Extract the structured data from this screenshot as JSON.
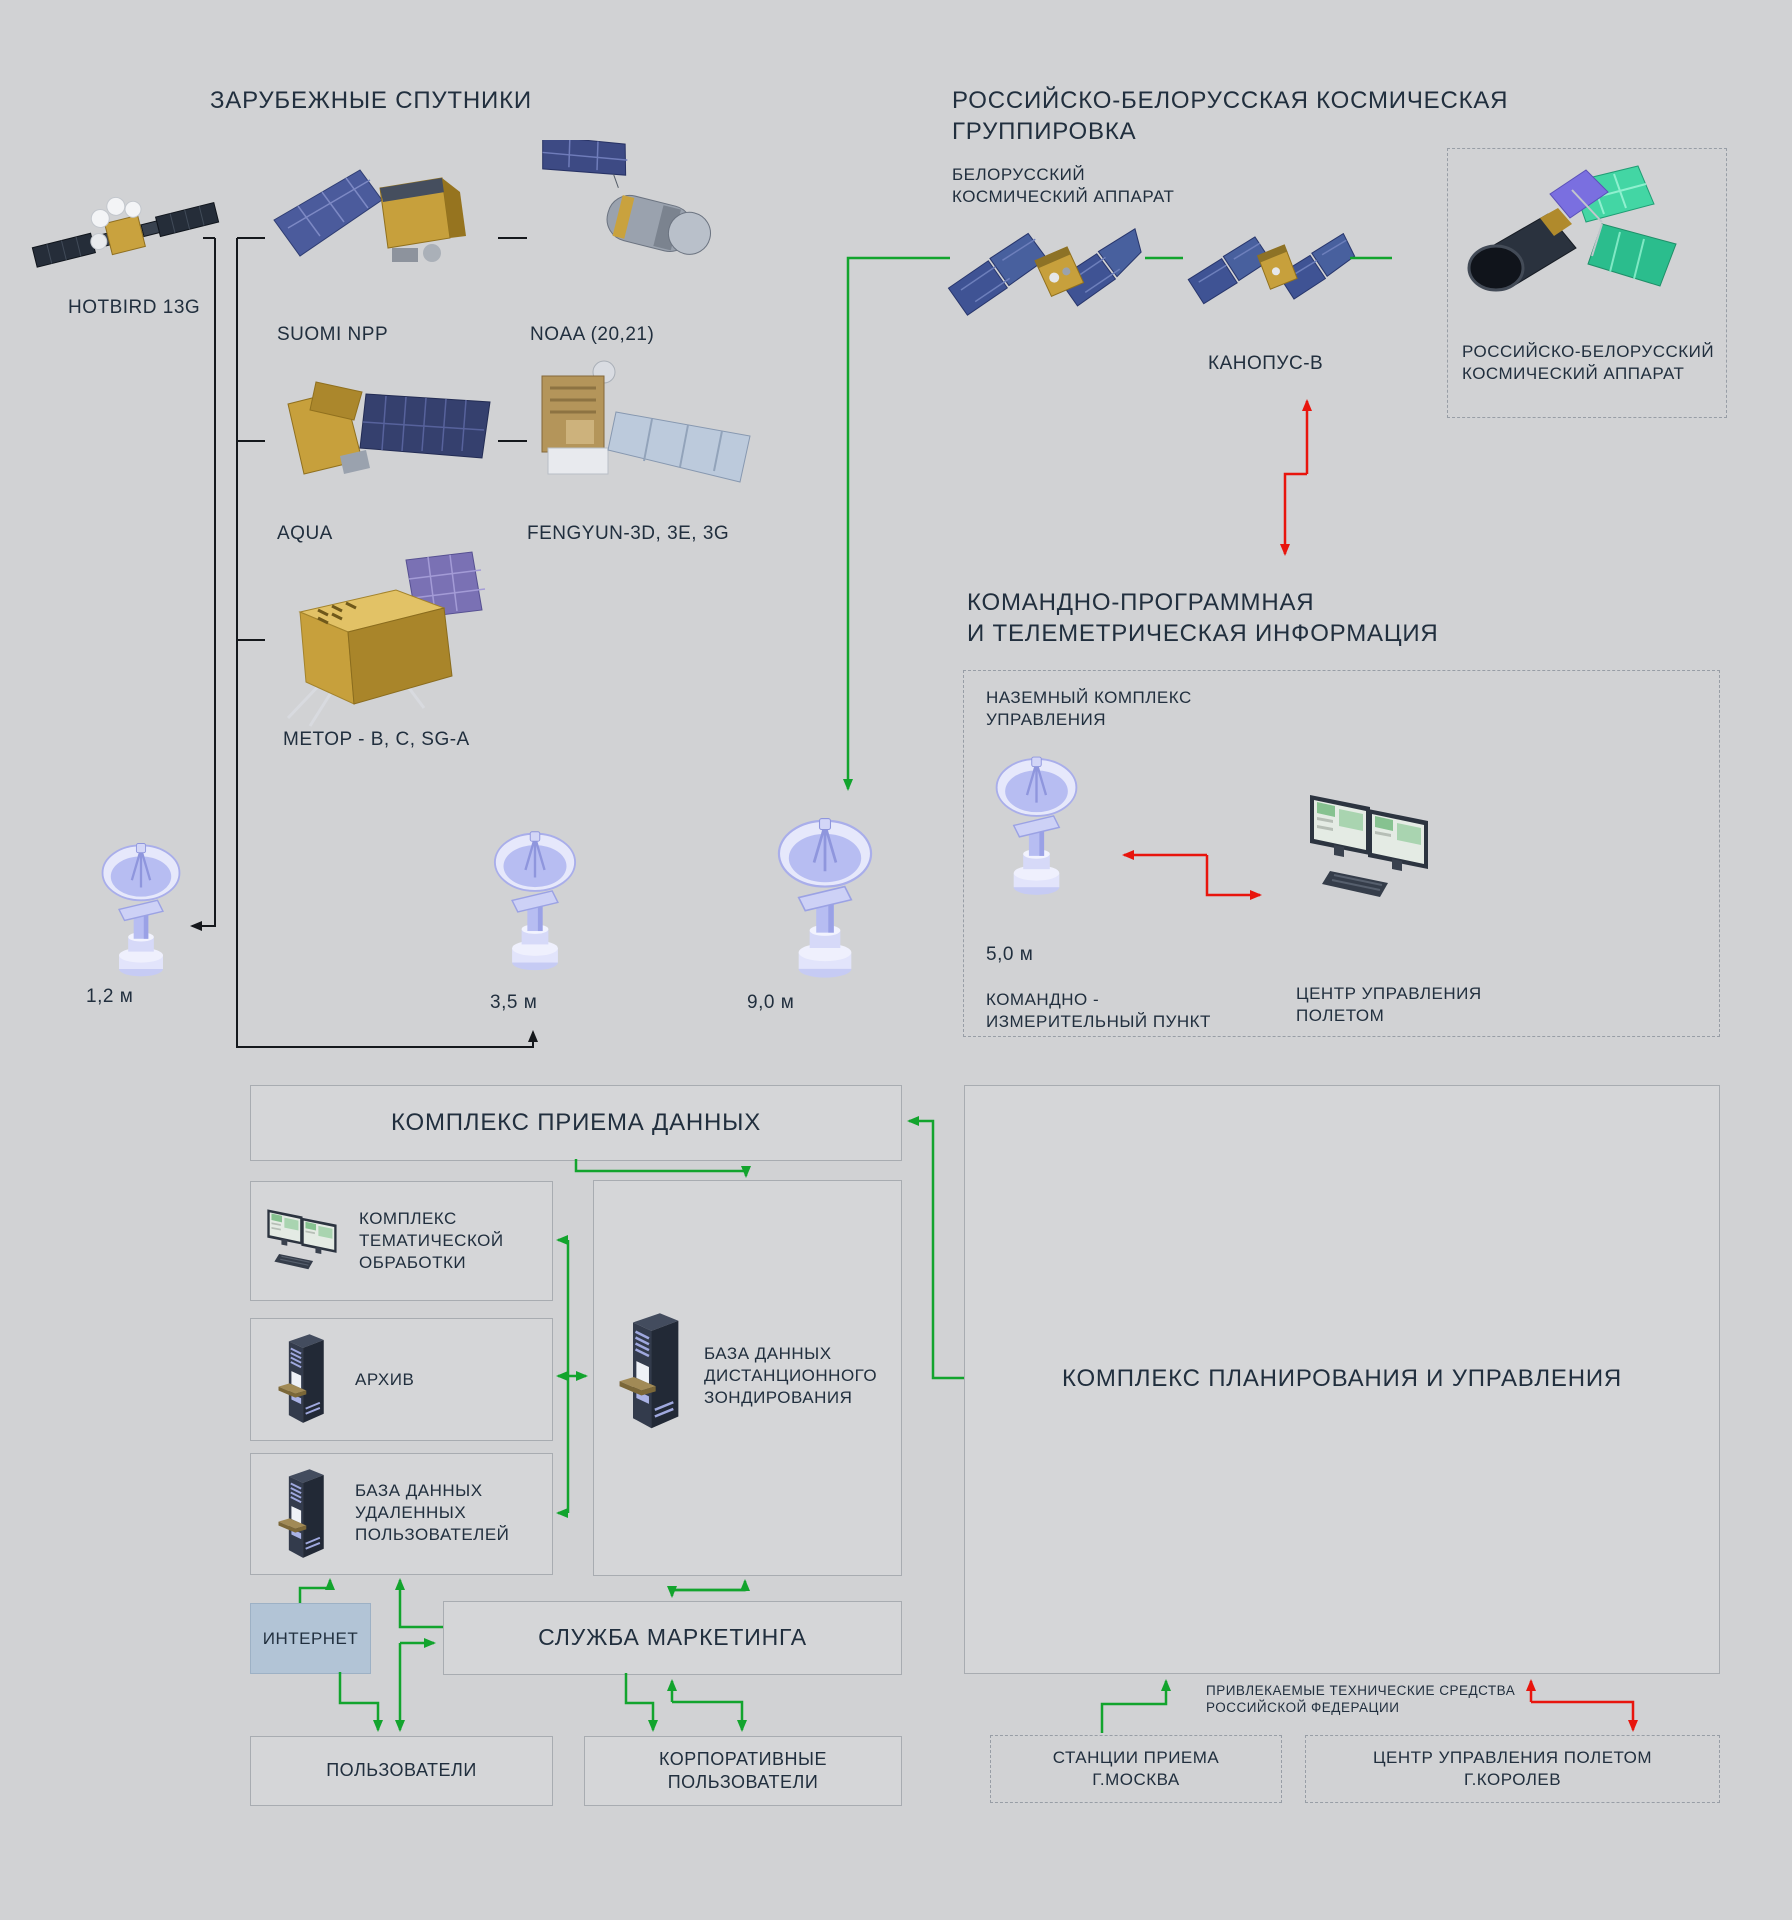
{
  "colors": {
    "background": "#d1d2d4",
    "green_arrow": "#12a42d",
    "red_arrow": "#e8150d",
    "black_line": "#15181c",
    "text": "#212f3e",
    "internet_fill": "#b2c4d6"
  },
  "headings": {
    "foreign_sats": "ЗАРУБЕЖНЫЕ СПУТНИКИ",
    "rb_constellation": "РОССИЙСКО-БЕЛОРУССКАЯ КОСМИЧЕСКАЯ\nГРУППИРОВКА",
    "cmd_telemetry": "КОМАНДНО-ПРОГРАММНАЯ\nИ ТЕЛЕМЕТРИЧЕСКАЯ ИНФОРМАЦИЯ"
  },
  "satellites": {
    "hotbird": "HOTBIRD 13G",
    "suomi": "SUOMI NPP",
    "noaa": "NOAA (20,21)",
    "aqua": "AQUA",
    "fengyun": "FENGYUN-3D, 3E, 3G",
    "metop": "METOP - B, C, SG-A",
    "belarus": "БЕЛОРУССКИЙ\nКОСМИЧЕСКИЙ АППАРАТ",
    "kanopus": "КАНОПУС-В",
    "rb_sat": "РОССИЙСКО-БЕЛОРУССКИЙ\nКОСМИЧЕСКИЙ АППАРАТ"
  },
  "antennas": {
    "d12": "1,2 м",
    "d35": "3,5 м",
    "d90": "9,0 м",
    "d50": "5,0 м"
  },
  "ground_control": {
    "nku": "НАЗЕМНЫЙ КОМПЛЕКС\nУПРАВЛЕНИЯ",
    "kip": "КОМАНДНО -\nИЗМЕРИТЕЛЬНЫЙ ПУНКТ",
    "mcc": "ЦЕНТР УПРАВЛЕНИЯ\nПОЛЕТОМ"
  },
  "complex": {
    "reception": "КОМПЛЕКС ПРИЕМА ДАННЫХ",
    "thematic": "КОМПЛЕКС\nТЕМАТИЧЕСКОЙ\nОБРАБОТКИ",
    "archive": "АРХИВ",
    "remote_users_db": "БАЗА ДАННЫХ\nУДАЛЕННЫХ\nПОЛЬЗОВАТЕЛЕЙ",
    "sensing_db": "БАЗА ДАННЫХ\nДИСТАНЦИОННОГО\nЗОНДИРОВАНИЯ",
    "internet": "ИНТЕРНЕТ",
    "marketing": "СЛУЖБА МАРКЕТИНГА",
    "users": "ПОЛЬЗОВАТЕЛИ",
    "corporate_users": "КОРПОРАТИВНЫЕ\nПОЛЬЗОВАТЕЛИ",
    "planning": "КОМПЛЕКС ПЛАНИРОВАНИЯ И УПРАВЛЕНИЯ",
    "attracted": "ПРИВЛЕКАЕМЫЕ ТЕХНИЧЕСКИЕ СРЕДСТВА\nРОССИЙСКОЙ ФЕДЕРАЦИИ",
    "moscow_station": "СТАНЦИИ ПРИЕМА\nГ.МОСКВА",
    "korolev_mcc": "ЦЕНТР УПРАВЛЕНИЯ ПОЛЕТОМ\nГ.КОРОЛЕВ"
  }
}
